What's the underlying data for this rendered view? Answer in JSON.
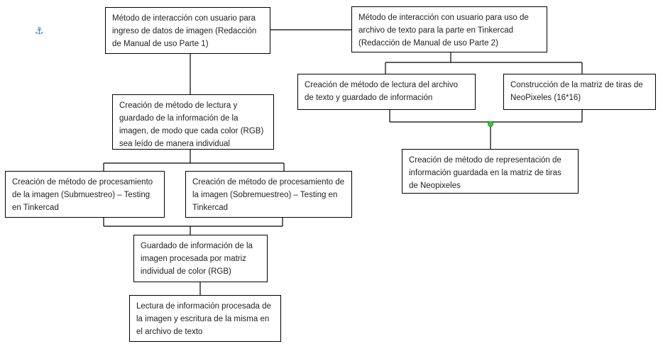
{
  "colors": {
    "line": "#000000",
    "border": "#000000",
    "text": "#1f1f1f",
    "dot": "#2ecc2e",
    "anchor": "#3a7ac8"
  },
  "anchor_icon": "⚓",
  "boxes": {
    "b1": "Método de interacción con usuario para ingreso de datos de imagen (Redacción de Manual de uso Parte 1)",
    "b2": "Método de interacción con usuario para uso de archivo de texto para la parte en Tinkercad (Redacción de Manual de uso Parte 2)",
    "b3": "Creación de método de lectura y guardado de la información de la imagen, de modo que cada color (RGB) sea leído de manera individual",
    "b4": "Creación de método de lectura del archivo de texto y guardado de información",
    "b5": "Construcción de la matriz de tiras de NeoPixeles (16*16)",
    "b6": "Creación de método de representación de información guardada en la matriz de tiras de Neopixeles",
    "b7": "Creación de método de procesamiento de la imagen (Submuestreo) – Testing en Tinkercad",
    "b8": "Creación de método de procesamiento de la imagen (Sobremuestreo) – Testing en Tinkercad",
    "b9": "Guardado de información de la imagen procesada por matriz individual de color (RGB)",
    "b10": "Lectura de información procesada de la imagen y escritura de la misma en el archivo de texto"
  }
}
